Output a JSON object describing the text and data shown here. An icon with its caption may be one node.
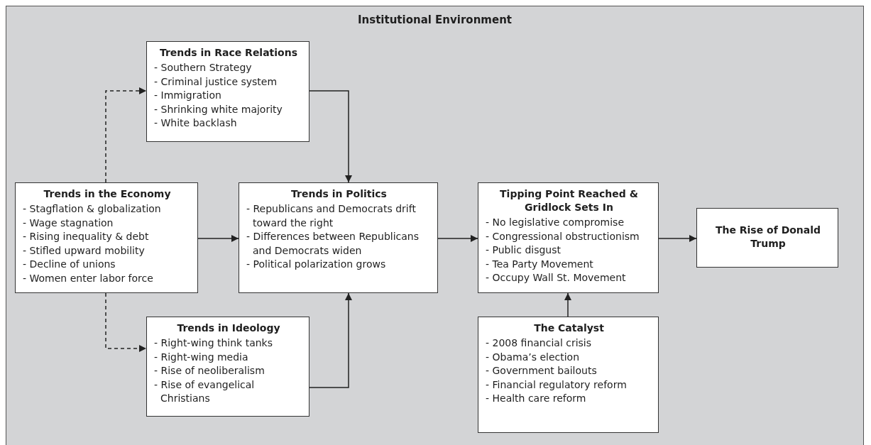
{
  "diagram": {
    "nodes": [
      {
        "text": [
          "Institutional Environment"
        ]
      },
      {
        "text": [
          "Trends in Race Relations",
          "- Southern Strategy",
          "- Criminal justice system",
          "- Immigration",
          "- Shrinking white majority",
          "- White backlash"
        ],
        "in": 0
      },
      {
        "text": [
          "Trends in the Economy",
          "- Stagflation & globalization",
          "- Wage stagnation",
          "- Rising inequality & debt",
          "- Stifled upward mobility",
          "- Decline of unions",
          "- Women enter labor force"
        ],
        "in": 0
      },
      {
        "text": [
          "Trends in Politics",
          "- Republicans and Democrats drift toward the right",
          "- Differences between Republicans and Democrats widen",
          "- Political polarization grows"
        ],
        "in": 0
      },
      {
        "text": [
          "Tipping Point Reached & Gridlock Sets In",
          "- No legislative compromise",
          "- Congressional obstructionism",
          "- Public disgust",
          "- Tea Party Movement",
          "- Occupy Wall St. Movement"
        ],
        "in": 0
      },
      {
        "text": [
          "The Rise of Donald Trump"
        ],
        "in": 0
      },
      {
        "text": [
          "Trends in Ideology",
          "- Right-wing think tanks",
          "- Right-wing media",
          "- Rise of neoliberalism",
          "- Rise of evangelical Christians"
        ],
        "in": 0
      },
      {
        "text": [
          "The Catalyst",
          "- 2008 financial crisis",
          "- Obama’s election",
          "- Government bailouts",
          "- Financial regulatory reform",
          "- Health care reform"
        ],
        "in": 0
      }
    ],
    "edges": [
      {
        "from": 2,
        "to": 1,
        "arrow": "to",
        "style": "dashed"
      },
      {
        "from": 2,
        "to": 6,
        "arrow": "to",
        "style": "dashed"
      },
      {
        "from": 1,
        "to": 3,
        "arrow": "to"
      },
      {
        "from": 2,
        "to": 3,
        "arrow": "to"
      },
      {
        "from": 6,
        "to": 3,
        "arrow": "to"
      },
      {
        "from": 3,
        "to": 4,
        "arrow": "to"
      },
      {
        "from": 7,
        "to": 4,
        "arrow": "to"
      },
      {
        "from": 4,
        "to": 5,
        "arrow": "to"
      }
    ]
  }
}
